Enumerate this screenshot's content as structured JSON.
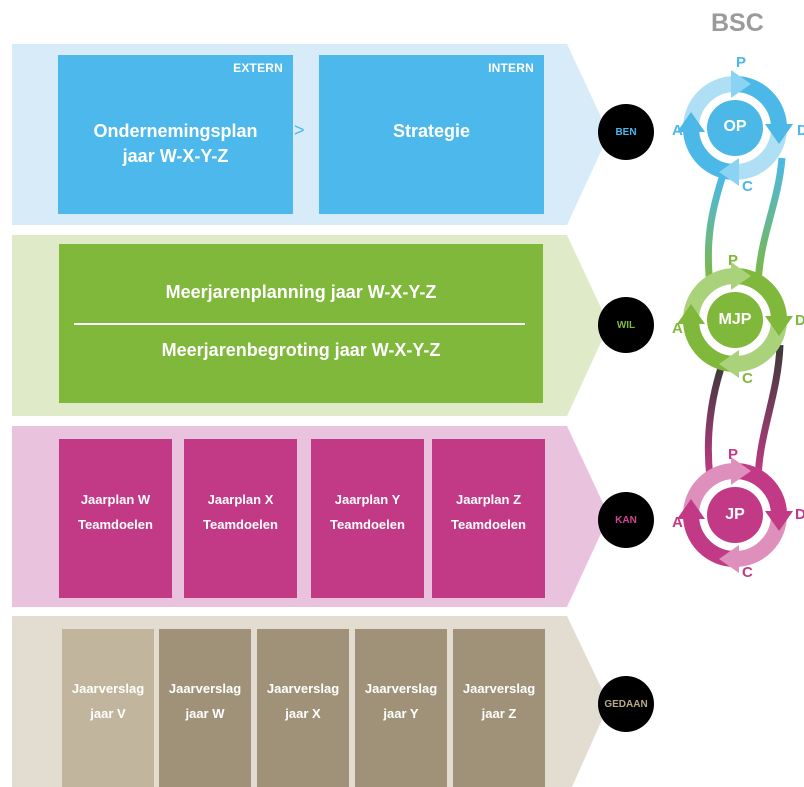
{
  "bsc": {
    "title": "BSC",
    "cycles": [
      {
        "label": "OP",
        "color": "#4cb8e8",
        "p": "P",
        "a": "A",
        "c": "C",
        "d": "D"
      },
      {
        "label": "MJP",
        "color": "#7fb83a",
        "p": "P",
        "a": "A",
        "c": "C",
        "d": "D"
      },
      {
        "label": "JP",
        "color": "#c23a85",
        "p": "P",
        "a": "A",
        "c": "C",
        "d": "D"
      }
    ]
  },
  "rows": {
    "ben": {
      "band_color": "#d7ecf8",
      "box_color": "#4cb8ec",
      "circle_label": "BEN",
      "circle_text_color": "#4cb8ec",
      "extern_tag": "EXTERN",
      "extern_line1": "Ondernemingsplan",
      "extern_line2": "jaar W-X-Y-Z",
      "separator": ">",
      "intern_tag": "INTERN",
      "intern_text": "Strategie"
    },
    "wil": {
      "band_color": "#dfebc8",
      "box_color": "#7fb83a",
      "circle_label": "WIL",
      "circle_text_color": "#7fb83a",
      "line1": "Meerjarenplanning jaar W-X-Y-Z",
      "line2": "Meerjarenbegroting jaar W-X-Y-Z"
    },
    "kan": {
      "band_color": "#e9c3de",
      "box_color": "#c23a85",
      "circle_label": "KAN",
      "circle_text_color": "#d2458f",
      "cards": [
        {
          "line1": "Jaarplan W",
          "line2": "Teamdoelen"
        },
        {
          "line1": "Jaarplan X",
          "line2": "Teamdoelen"
        },
        {
          "line1": "Jaarplan Y",
          "line2": "Teamdoelen"
        },
        {
          "line1": "Jaarplan Z",
          "line2": "Teamdoelen"
        }
      ]
    },
    "gedaan": {
      "band_color": "#e3dcd0",
      "box_color": "#a09278",
      "first_box_color": "#c1b59d",
      "circle_label": "GEDAAN",
      "circle_text_color": "#b6a98a",
      "cards": [
        {
          "line1": "Jaarverslag",
          "line2": "jaar V"
        },
        {
          "line1": "Jaarverslag",
          "line2": "jaar W"
        },
        {
          "line1": "Jaarverslag",
          "line2": "jaar X"
        },
        {
          "line1": "Jaarverslag",
          "line2": "jaar Y"
        },
        {
          "line1": "Jaarverslag",
          "line2": "jaar Z"
        }
      ]
    }
  }
}
